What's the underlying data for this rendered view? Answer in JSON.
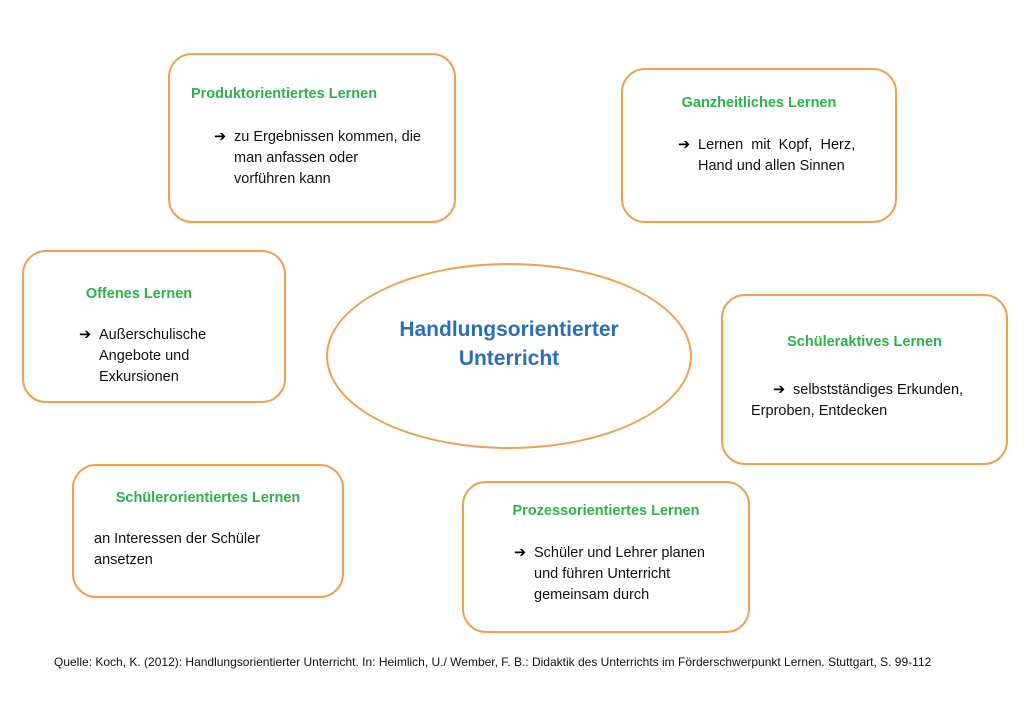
{
  "center": {
    "line1": "Handlungsorientierter",
    "line2": "Unterricht"
  },
  "arrow_symbol": "➔",
  "boxes": {
    "produktorientiert": {
      "title": "Produktorientiertes  Lernen",
      "lines": [
        "zu Ergebnissen kommen, die",
        "man anfassen oder",
        "vorführen kann"
      ]
    },
    "ganzheitlich": {
      "title": "Ganzheitliches Lernen",
      "lines": [
        "Lernen  mit  Kopf,  Herz,",
        "Hand und allen Sinnen"
      ]
    },
    "offen": {
      "title": "Offenes Lernen",
      "lines": [
        "Außerschulische",
        "Angebote und",
        "Exkursionen"
      ]
    },
    "schueleraktiv": {
      "title": "Schüleraktives Lernen",
      "lines": [
        "selbstständiges Erkunden,",
        "Erproben, Entdecken"
      ]
    },
    "schuelerorientiert": {
      "title": "Schülerorientiertes  Lernen",
      "lines": [
        "an Interessen der Schüler",
        "ansetzen"
      ]
    },
    "prozessorientiert": {
      "title": "Prozessorientiertes  Lernen",
      "lines": [
        "Schüler und Lehrer planen",
        "und führen Unterricht",
        "gemeinsam durch"
      ]
    }
  },
  "source": "Quelle: Koch, K. (2012): Handlungsorientierter Unterricht. In: Heimlich, U./ Wember, F. B.: Didaktik des Unterrichts im Förderschwerpunkt Lernen. Stuttgart, S. 99-112",
  "colors": {
    "border": "#f0a050",
    "title_green": "#2db24a",
    "center_blue": "#2a6fb6"
  }
}
